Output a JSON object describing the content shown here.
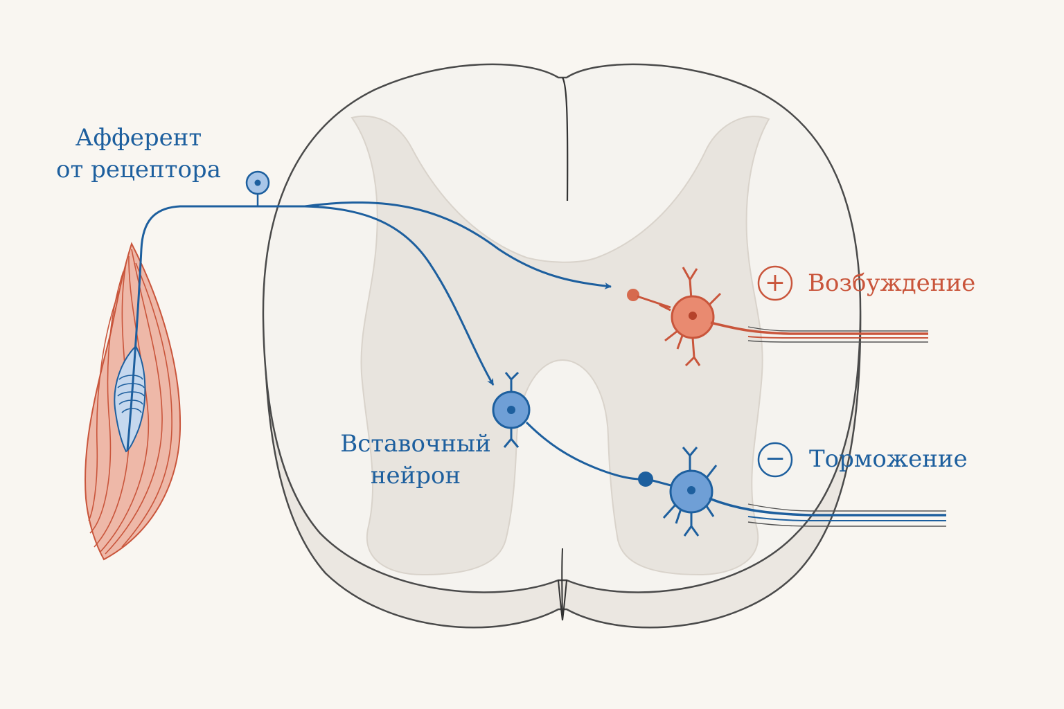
{
  "labels": {
    "afferent_line1": "Афферент",
    "afferent_line2": "от рецептора",
    "interneuron_line1": "Вставочный",
    "interneuron_line2": "нейрон",
    "excitation_sign": "+",
    "excitation": "Возбуждение",
    "inhibition_sign": "−",
    "inhibition": "Торможение"
  },
  "colors": {
    "background": "#f9f6f1",
    "afferent": "#1d5f9e",
    "excitatory": "#c9553b",
    "inhibitory_cell": "#6f9fd6",
    "muscle": "#eeb8a8",
    "cord_white_matter": "#f5f3ef",
    "cord_gray_matter": "#e8e4de",
    "outline": "#4a4a4a"
  }
}
